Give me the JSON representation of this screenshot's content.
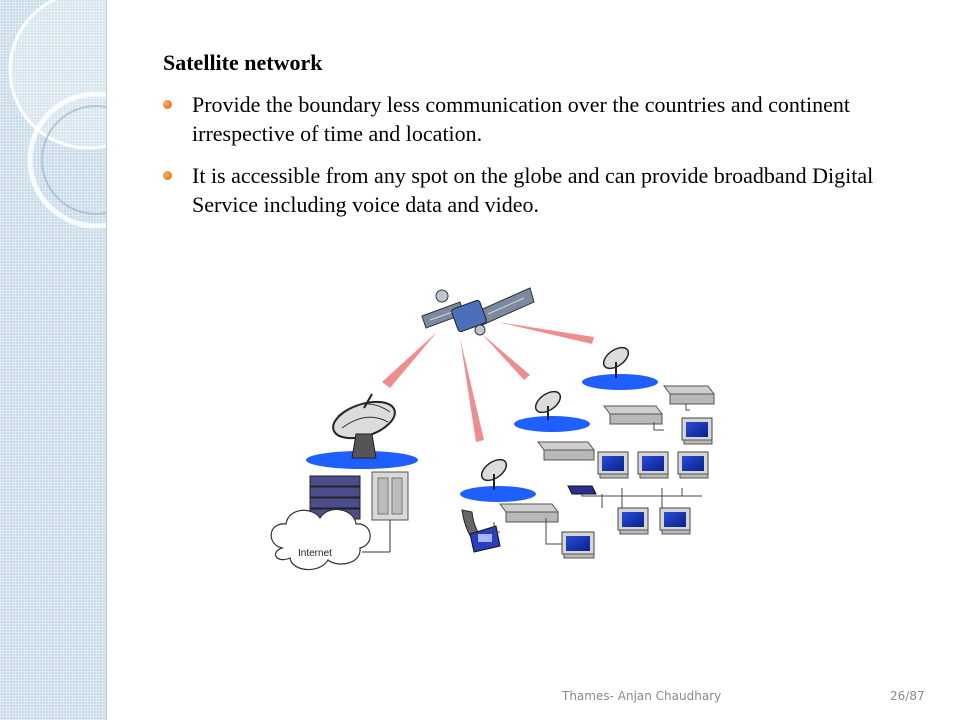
{
  "slide": {
    "title": "Satellite network",
    "bullets": [
      "Provide the boundary less communication over the countries and continent irrespective of time and location.",
      "It is accessible from any spot on the globe and can provide broadband Digital Service including voice data and video."
    ]
  },
  "diagram": {
    "internet_label": "Internet"
  },
  "footer": {
    "author": "Thames- Anjan Chaudhary",
    "page": "26/87"
  },
  "colors": {
    "accent": "#e57a1f",
    "band": "#c9dbe8",
    "water": "#1f5fff",
    "beam": "#e03030",
    "footer_text": "#8a8a8a"
  }
}
